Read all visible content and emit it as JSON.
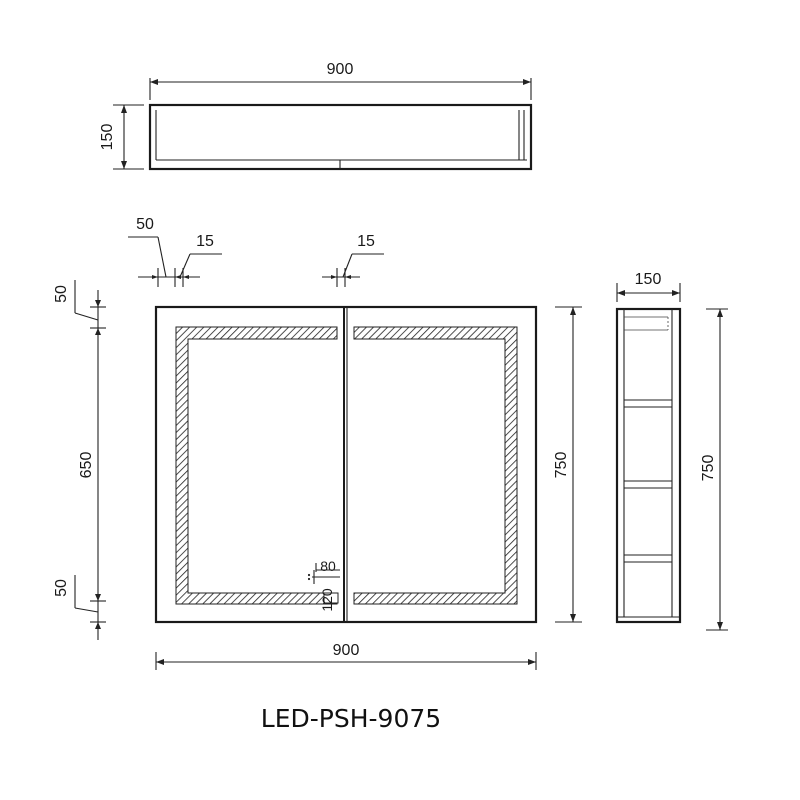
{
  "drawing": {
    "top_view": {
      "width_label": "900",
      "depth_label": "150"
    },
    "front_view": {
      "frame_label_left": "50",
      "frame_label_top_left": "15",
      "frame_label_top_center": "15",
      "margin_top_label": "50",
      "inner_height_label": "650",
      "margin_bottom_label": "50",
      "height_label": "750",
      "width_label": "900",
      "sensor_width_label": "80",
      "sensor_height_label": "120"
    },
    "side_view": {
      "depth_label": "150",
      "height_label": "750"
    },
    "model_name": "LED-PSH-9075"
  }
}
